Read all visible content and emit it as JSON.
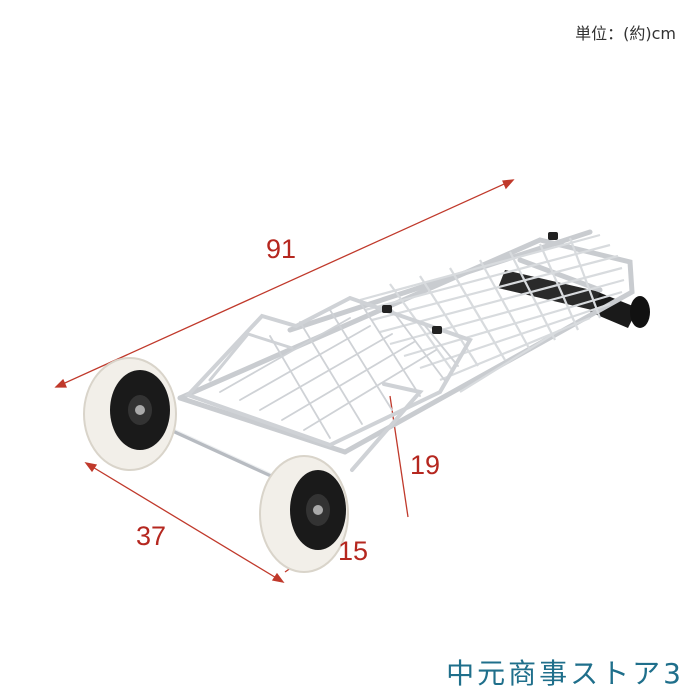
{
  "unit_label": "単位：(約)cm",
  "dimensions": {
    "length": "91",
    "width": "37",
    "wheel_width": "15",
    "height": "19"
  },
  "shop_name": "中元商事ストア3",
  "colors": {
    "dimension_text": "#b5271f",
    "dimension_line": "#c0392b",
    "shop_name": "#1f6f8b",
    "frame": "#c9ccd0",
    "tire": "#f2efe9",
    "hub": "#1a1a1a"
  }
}
